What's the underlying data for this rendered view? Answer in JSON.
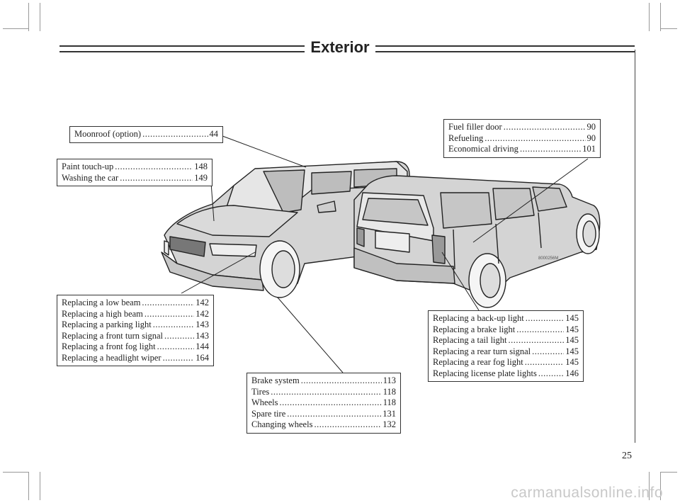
{
  "header": {
    "title": "Exterior"
  },
  "page": {
    "number": "25",
    "watermark": "carmanualsonline.info",
    "image_code": "8000256M"
  },
  "callouts": {
    "moonroof": [
      {
        "label": "Moonroof (option)",
        "page": "44"
      }
    ],
    "paint": [
      {
        "label": "Paint touch-up",
        "page": "148"
      },
      {
        "label": "Washing the car",
        "page": "149"
      }
    ],
    "fuel": [
      {
        "label": "Fuel filler door",
        "page": "90"
      },
      {
        "label": "Refueling",
        "page": "90"
      },
      {
        "label": "Economical driving",
        "page": "101"
      }
    ],
    "front_lights": [
      {
        "label": "Replacing a low beam",
        "page": "142"
      },
      {
        "label": "Replacing a high beam",
        "page": "142"
      },
      {
        "label": "Replacing a parking light",
        "page": "143"
      },
      {
        "label": "Replacing a front turn signal",
        "page": "143"
      },
      {
        "label": "Replacing a front fog light",
        "page": "144"
      },
      {
        "label": "Replacing a headlight wiper",
        "page": "164"
      }
    ],
    "rear_lights": [
      {
        "label": "Replacing a back-up light",
        "page": "145"
      },
      {
        "label": "Replacing a brake light",
        "page": "145"
      },
      {
        "label": "Replacing a tail light",
        "page": "145"
      },
      {
        "label": "Replacing a rear turn signal",
        "page": "145"
      },
      {
        "label": "Replacing a rear fog light",
        "page": "145"
      },
      {
        "label": "Replacing license plate lights",
        "page": "146"
      }
    ],
    "wheels": [
      {
        "label": "Brake system",
        "page": "113"
      },
      {
        "label": "Tires",
        "page": "118"
      },
      {
        "label": "Wheels",
        "page": "118"
      },
      {
        "label": "Spare tire",
        "page": "131"
      },
      {
        "label": "Changing wheels",
        "page": "132"
      }
    ]
  }
}
